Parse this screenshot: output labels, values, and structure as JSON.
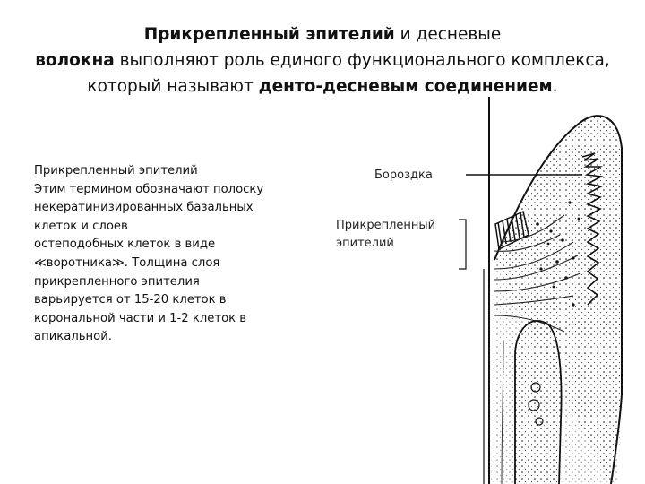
{
  "title": {
    "part1_bold": "Прикрепленный эпителий",
    "part2": " и десневые",
    "part3_bold": "волокна",
    "part4": " выполняют роль единого функционального комплекса, который называют ",
    "part5_bold": "денто-десневым соединением",
    "part6": "."
  },
  "body": {
    "heading": "Прикрепленный эпителий",
    "lines": [
      "Этим термином обозначают полоску",
      "некератинизированных базальных",
      "клеток и слоев",
      "остеподобных клеток в виде",
      "≪воротника≫. Толщина слоя",
      "прикрепленного эпителия",
      "варьируется от 15-20 клеток в",
      "корональной части и 1-2 клеток в",
      "апикальной."
    ]
  },
  "diagram": {
    "label_sulcus": "Бороздка",
    "label_attached_1": "Прикрепленный",
    "label_attached_2": "эпителий"
  }
}
